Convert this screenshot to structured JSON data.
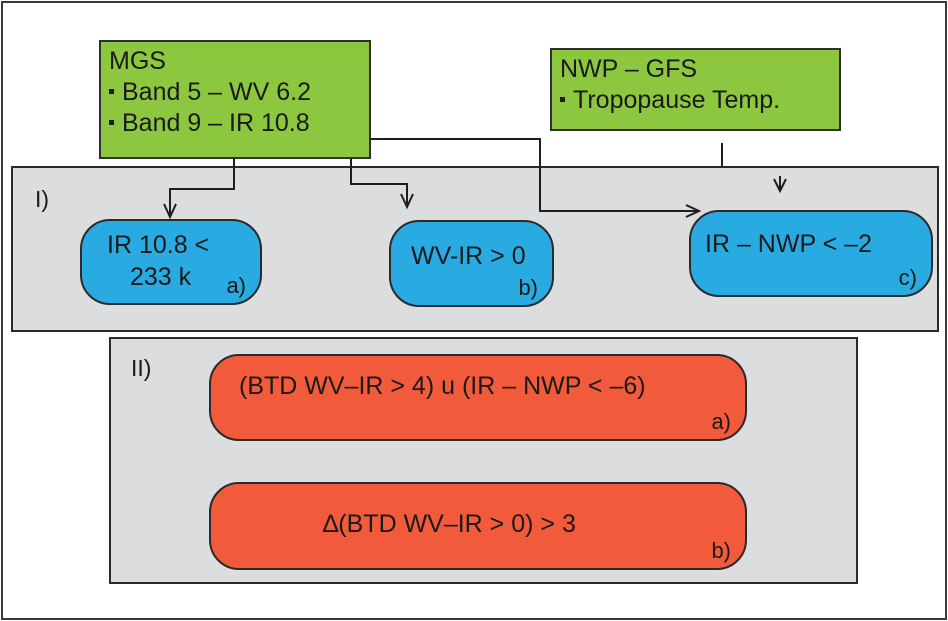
{
  "sources": {
    "mgs": {
      "title": "MGS",
      "items": [
        "Band 5 – WV 6.2",
        "Band 9 – IR 10.8"
      ]
    },
    "nwp": {
      "title": "NWP – GFS",
      "items": [
        "Tropopause Temp."
      ]
    }
  },
  "panel_1": {
    "label": "I)",
    "nodes": [
      {
        "line1": "IR 10.8 <",
        "line2": "233 k",
        "tag": "a)"
      },
      {
        "line1": "WV-IR > 0",
        "tag": "b)"
      },
      {
        "line1": "IR – NWP < –2",
        "tag": "c)"
      }
    ]
  },
  "panel_2": {
    "label": "II)",
    "nodes": [
      {
        "text": "(BTD WV–IR > 4) u (IR – NWP < –6)",
        "tag": "a)"
      },
      {
        "text": "∆(BTD WV–IR > 0) > 3",
        "tag": "b)"
      }
    ]
  },
  "colors": {
    "source_fill": "#8dc63f",
    "stage1_fill": "#29abe2",
    "stage2_fill": "#f15a3a",
    "panel_fill": "#dcdddf"
  }
}
